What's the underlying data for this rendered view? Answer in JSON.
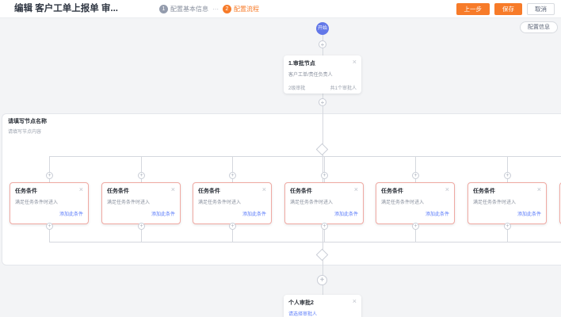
{
  "header": {
    "title": "编辑 客户工单上报单 审...",
    "steps": [
      {
        "num": "1",
        "label": "配置基本信息"
      },
      {
        "num": "2",
        "label": "配置流程"
      }
    ],
    "separator": "⋯",
    "buttons": {
      "prev": "上一步",
      "save": "保存",
      "cancel": "取消"
    }
  },
  "canvas": {
    "settings_button_label": "配置信息",
    "start_node_label": "开始",
    "approval_card": {
      "title": "1.审批节点",
      "subtitle": "客户工单/责任负责人",
      "footer_left": "2级审批",
      "footer_right": "共1个审批人"
    },
    "branch_container": {
      "title": "请填写节点名称",
      "subtitle": "请填写节点内容"
    },
    "branch_card": {
      "title": "任务条件",
      "body": "满足任务条件时进入",
      "link": "添加此条件"
    },
    "branch_count": 7,
    "end_card": {
      "title": "个人审批2",
      "link": "请选择审批人"
    }
  },
  "icons": {
    "plus": "+",
    "close": "×"
  },
  "colors": {
    "accent_orange": "#f77b29",
    "start_blue": "#6277e8",
    "branch_border": "#f0a9a2",
    "link_blue": "#5b7cfa"
  }
}
